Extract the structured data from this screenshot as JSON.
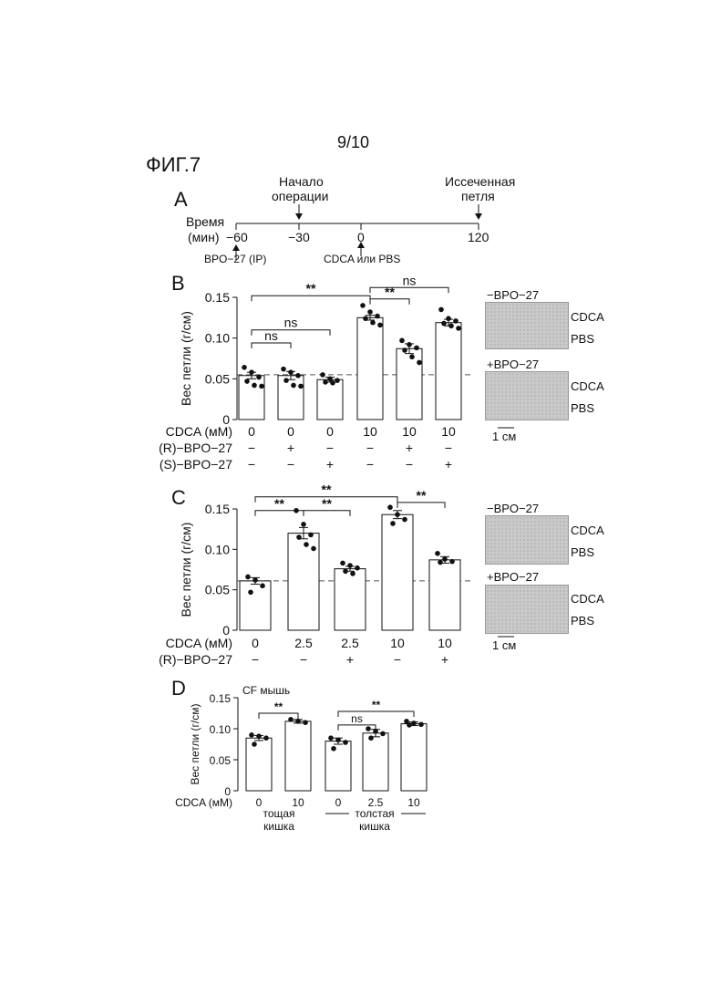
{
  "page_number": "9/10",
  "figure_title": "ФИГ.7",
  "panelA": {
    "letter": "A",
    "time_label_1": "Время",
    "time_label_2": "(мин)",
    "ticks": [
      "−60",
      "−30",
      "0",
      "120"
    ],
    "event_start_op_1": "Начало",
    "event_start_op_2": "операции",
    "event_excised_1": "Иссеченная",
    "event_excised_2": "петля",
    "below_left": "BPO−27  (IP)",
    "below_mid": "CDCA или PBS"
  },
  "chart_data": [
    {
      "panel": "B",
      "type": "bar",
      "ylabel": "Вес петли (г/см)",
      "ylim": [
        0,
        0.15
      ],
      "yticks": [
        "0",
        "0.05",
        "0.10",
        "0.15"
      ],
      "baseline": 0.055,
      "rows": [
        {
          "label": "CDCA (мМ)",
          "values": [
            "0",
            "0",
            "0",
            "10",
            "10",
            "10"
          ]
        },
        {
          "label": "(R)−BPO−27",
          "values": [
            "−",
            "+",
            "−",
            "−",
            "+",
            "−"
          ]
        },
        {
          "label": "(S)−BPO−27",
          "values": [
            "−",
            "−",
            "+",
            "−",
            "−",
            "+"
          ]
        }
      ],
      "values": [
        0.054,
        0.054,
        0.049,
        0.125,
        0.087,
        0.119
      ],
      "errors": [
        0.004,
        0.005,
        0.003,
        0.003,
        0.006,
        0.004
      ],
      "points": [
        [
          0.064,
          0.058,
          0.052,
          0.047,
          0.042,
          0.041
        ],
        [
          0.062,
          0.058,
          0.054,
          0.048,
          0.042,
          0.041
        ],
        [
          0.055,
          0.05,
          0.048,
          0.046,
          0.045
        ],
        [
          0.14,
          0.132,
          0.127,
          0.124,
          0.119,
          0.116
        ],
        [
          0.097,
          0.092,
          0.088,
          0.085,
          0.077,
          0.07
        ],
        [
          0.135,
          0.124,
          0.121,
          0.118,
          0.115,
          0.112
        ]
      ],
      "significance": [
        {
          "from": 0,
          "to": 3,
          "label": "**",
          "y": 0.152
        },
        {
          "from": 0,
          "to": 2,
          "label": "ns",
          "y": 0.11
        },
        {
          "from": 0,
          "to": 1,
          "label": "ns",
          "y": 0.094
        },
        {
          "from": 3,
          "to": 5,
          "label": "ns",
          "y": 0.162
        },
        {
          "from": 3,
          "to": 4,
          "label": "**",
          "y": 0.148
        }
      ],
      "photo_labels": {
        "top": "−BPO−27",
        "bottom": "+BPO−27",
        "cdca": "CDCA",
        "pbs": "PBS",
        "scale": "1 см"
      }
    },
    {
      "panel": "C",
      "type": "bar",
      "ylabel": "Вес петли (г/см)",
      "ylim": [
        0,
        0.15
      ],
      "yticks": [
        "0",
        "0.05",
        "0.10",
        "0.15"
      ],
      "baseline": 0.061,
      "rows": [
        {
          "label": "CDCA (мМ)",
          "values": [
            "0",
            "2.5",
            "2.5",
            "10",
            "10"
          ]
        },
        {
          "label": "(R)−BPO−27",
          "values": [
            "−",
            "−",
            "+",
            "−",
            "+"
          ]
        }
      ],
      "values": [
        0.061,
        0.12,
        0.076,
        0.143,
        0.087
      ],
      "errors": [
        0.004,
        0.007,
        0.003,
        0.005,
        0.004
      ],
      "points": [
        [
          0.066,
          0.062,
          0.055,
          0.047
        ],
        [
          0.148,
          0.131,
          0.118,
          0.115,
          0.106,
          0.101
        ],
        [
          0.083,
          0.08,
          0.077,
          0.073,
          0.07
        ],
        [
          0.152,
          0.143,
          0.137,
          0.132
        ],
        [
          0.095,
          0.088,
          0.085,
          0.084
        ]
      ],
      "significance": [
        {
          "from": 0,
          "to": 3,
          "label": "**",
          "y": 0.165
        },
        {
          "from": 3,
          "to": 4,
          "label": "**",
          "y": 0.158
        },
        {
          "from": 0,
          "to": 1,
          "label": "**",
          "y": 0.148
        },
        {
          "from": 1,
          "to": 2,
          "label": "**",
          "y": 0.148
        }
      ],
      "photo_labels": {
        "top": "−BPO−27",
        "bottom": "+BPO−27",
        "cdca": "CDCA",
        "pbs": "PBS",
        "scale": "1 см"
      }
    },
    {
      "panel": "D",
      "type": "bar",
      "ylabel": "Вес петли (г/см)",
      "ylim": [
        0,
        0.15
      ],
      "yticks": [
        "0",
        "0.05",
        "0.10",
        "0.15"
      ],
      "title": "CF  мышь",
      "rows": [
        {
          "label": "CDCA (мМ)",
          "values": [
            "0",
            "10",
            "0",
            "2.5",
            "10"
          ]
        }
      ],
      "groups": [
        {
          "label_1": "тощая",
          "label_2": "кишка"
        },
        {
          "label_1": "толстая",
          "label_2": "кишка"
        }
      ],
      "values": [
        0.085,
        0.112,
        0.08,
        0.093,
        0.108
      ],
      "errors": [
        0.004,
        0.003,
        0.005,
        0.006,
        0.003
      ],
      "points": [
        [
          0.09,
          0.088,
          0.085,
          0.075
        ],
        [
          0.115,
          0.112,
          0.11
        ],
        [
          0.085,
          0.082,
          0.078,
          0.068
        ],
        [
          0.1,
          0.096,
          0.092,
          0.085
        ],
        [
          0.112,
          0.109,
          0.107,
          0.106
        ]
      ],
      "significance": [
        {
          "from": 0,
          "to": 1,
          "label": "**",
          "y": 0.125
        },
        {
          "from": 2,
          "to": 4,
          "label": "**",
          "y": 0.128
        },
        {
          "from": 2,
          "to": 3,
          "label": "ns",
          "y": 0.106
        }
      ]
    }
  ]
}
